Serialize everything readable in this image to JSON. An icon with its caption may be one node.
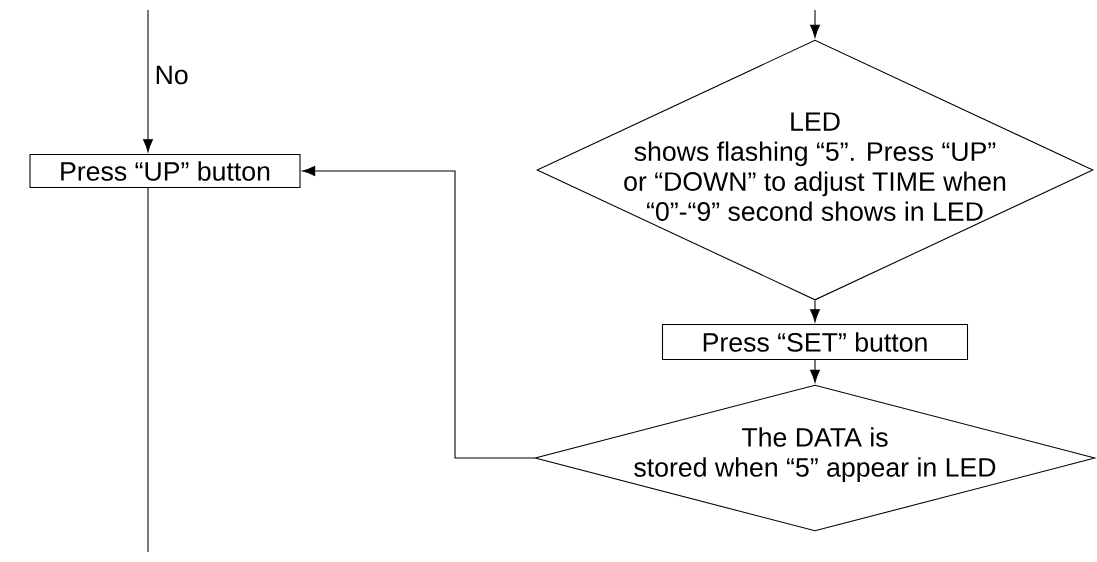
{
  "diagram": {
    "nodes": [
      {
        "text": [
          "Press “UP” button"
        ]
      },
      {
        "text": [
          "LED shows flashing “5”. Press “UP” or “DOWN” to adjust TIME when “0”-“9” second shows in LED"
        ]
      },
      {
        "text": [
          "Press “SET” button"
        ]
      },
      {
        "text": [
          "The DATA is stored when “5” appear in LED"
        ]
      }
    ],
    "edges": [
      {
        "from": null,
        "to": 0,
        "arrow": "to",
        "label": "No"
      },
      {
        "from": null,
        "to": 1,
        "arrow": "to"
      },
      {
        "from": 1,
        "to": 2,
        "arrow": "to"
      },
      {
        "from": 2,
        "to": 3,
        "arrow": "to"
      },
      {
        "from": 3,
        "to": 0,
        "arrow": "to"
      },
      {
        "from": 0,
        "to": null,
        "arrow": "none"
      }
    ]
  }
}
